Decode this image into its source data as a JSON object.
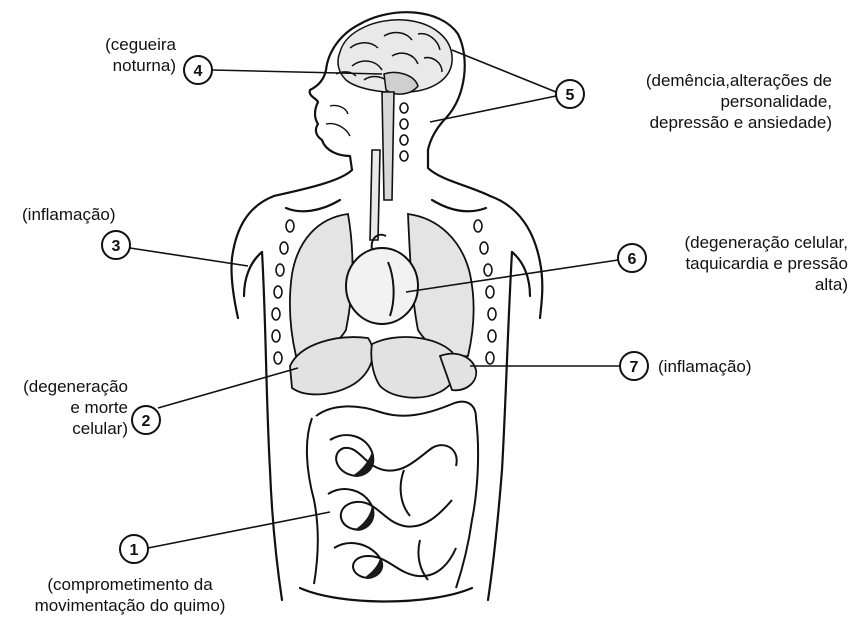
{
  "callouts": [
    {
      "number": "1",
      "lines": [
        "(comprometimento da",
        "movimentação do quimo)"
      ]
    },
    {
      "number": "2",
      "lines": [
        "(degeneração",
        "e morte",
        "celular)"
      ]
    },
    {
      "number": "3",
      "lines": [
        "(inflamação)"
      ]
    },
    {
      "number": "4",
      "lines": [
        "(cegueira",
        "noturna)"
      ]
    },
    {
      "number": "5",
      "lines": [
        "(demência,alterações  de",
        "personalidade,",
        "depressão e ansiedade)"
      ]
    },
    {
      "number": "6",
      "lines": [
        "(degeneração celular,",
        "taquicardia e pressão",
        "alta)"
      ]
    },
    {
      "number": "7",
      "lines": [
        "(inflamação)"
      ]
    }
  ],
  "colors": {
    "ink": "#111111",
    "organ_fill": "#e9e9e9",
    "background": "#ffffff"
  }
}
